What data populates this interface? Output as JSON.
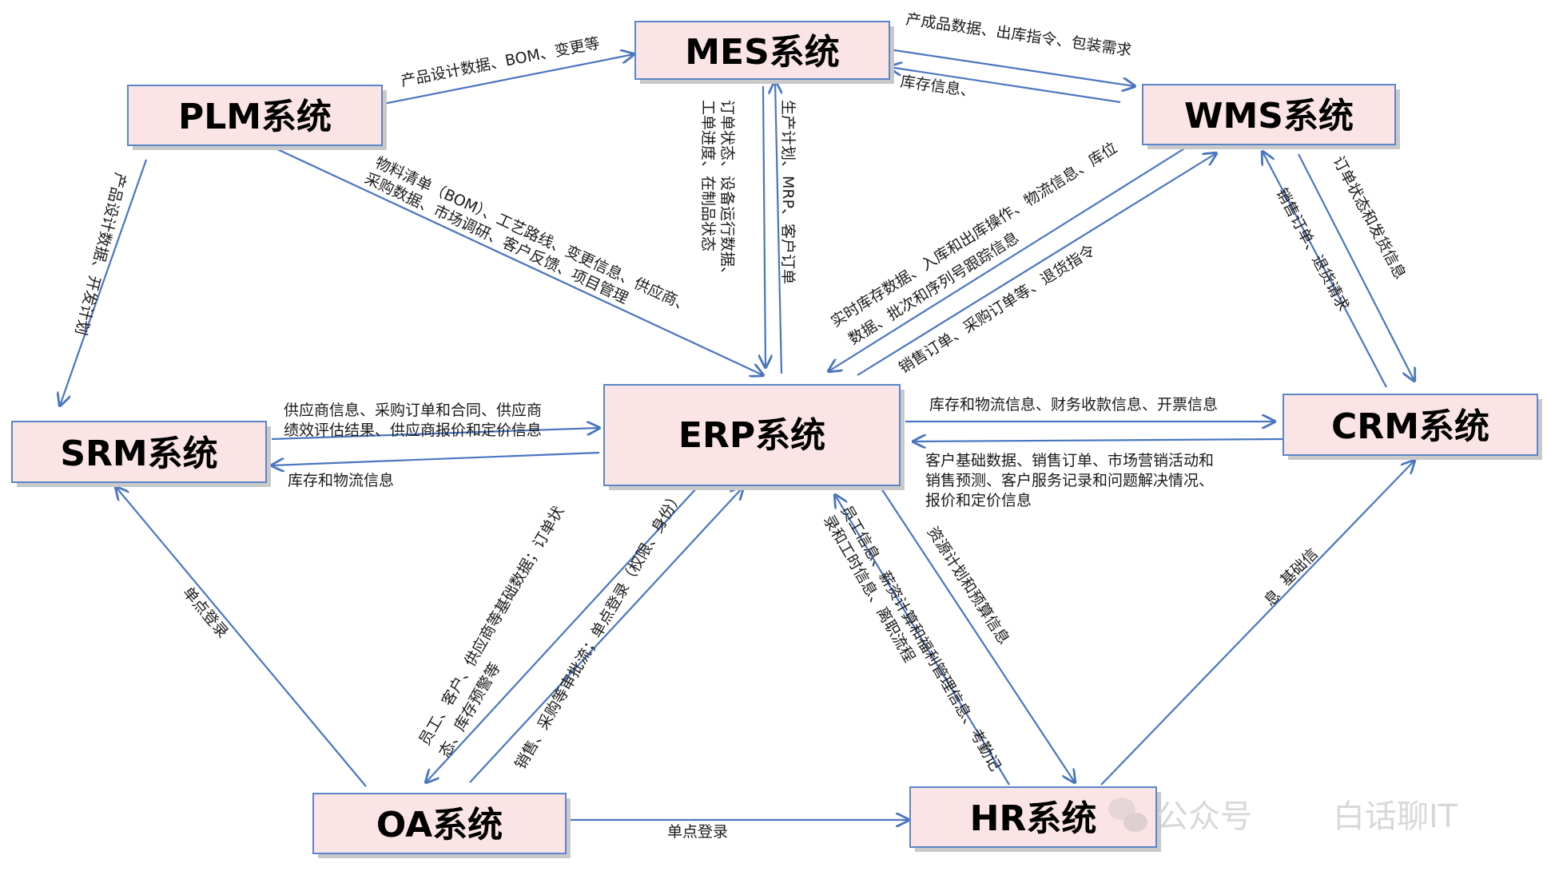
{
  "nodes": {
    "mes": "MES系统",
    "plm": "PLM系统",
    "wms": "WMS系统",
    "srm": "SRM系统",
    "erp": "ERP系统",
    "crm": "CRM系统",
    "oa": "OA系统",
    "hr": "HR系统"
  },
  "edges": {
    "plm_mes": "产品设计数据、BOM、变更等",
    "mes_wms": "产成品数据、出库指令、包装需求",
    "wms_mes": "库存信息、",
    "mes_erp": [
      "订单状态、设备运行数据、",
      "工单进度、在制品状态"
    ],
    "erp_mes": [
      "生产计划、MRP、客户订单"
    ],
    "plm_erp": [
      "物料清单（BOM）、工艺路线、变更信息、供应商、",
      "采购数据、市场调研、客户反馈、项目管理"
    ],
    "plm_srm": [
      "产品设计数据、开发计划"
    ],
    "wms_erp": [
      "实时库存数据、入库和出库操作、物流信息、库位",
      "数据、批次和序列号跟踪信息"
    ],
    "erp_wms": "销售订单、采购订单等、退货指令",
    "crm_wms": [
      "销售订单、退货请求"
    ],
    "wms_crm": [
      "订单状态和发货信息"
    ],
    "srm_erp": [
      "供应商信息、采购订单和合同、供应商",
      "绩效评估结果、供应商报价和定价信息"
    ],
    "erp_srm": "库存和物流信息",
    "erp_crm": "库存和物流信息、财务收款信息、开票信息",
    "crm_erp": [
      "客户基础数据、销售订单、市场营销活动和",
      "销售预测、客户服务记录和问题解决情况、",
      "报价和定价信息"
    ],
    "oa_srm": "单点登录",
    "erp_oa": [
      "员工、客户、供应商等基础数据；订单状",
      "态、库存预警等"
    ],
    "oa_erp": "销售、采购等审批流；单点登录（权限、身份）",
    "hr_erp": [
      "员工信息、薪资计算和福利管理信息、考勤记",
      "录和工时信息、离职流程"
    ],
    "erp_hr": "资源计划和预算信息",
    "hr_crm": [
      "基础信",
      "息"
    ],
    "oa_hr": "单点登录"
  },
  "watermark": {
    "brand": "公众号",
    "name": "白话聊IT"
  }
}
